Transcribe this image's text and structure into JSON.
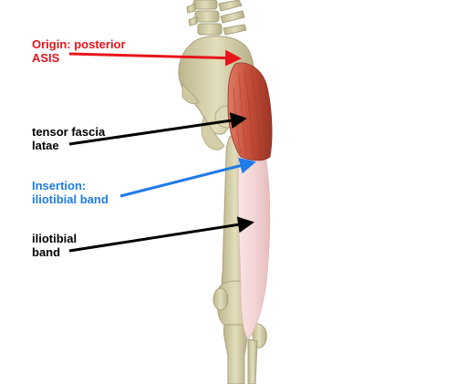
{
  "labels": {
    "origin": {
      "line1": "Origin: posterior",
      "line2": "ASIS",
      "color": "#e8141b"
    },
    "tensor_fascia_latae": {
      "line1": "tensor fascia",
      "line2": "latae",
      "color": "#000000"
    },
    "insertion": {
      "line1": "Insertion:",
      "line2": "iliotibial band",
      "color": "#1f7be8"
    },
    "iliotibial_band": {
      "line1": "iliotibial",
      "line2": "band",
      "color": "#000000"
    }
  },
  "colors": {
    "bone": "#d8d3ae",
    "bone_shadow": "#b9b38c",
    "muscle": "#c8553f",
    "muscle_dark": "#a23a2a",
    "band": "#f3d6d6",
    "arrow_red": "#e8141b",
    "arrow_blue": "#1f7be8",
    "arrow_black": "#000000"
  }
}
